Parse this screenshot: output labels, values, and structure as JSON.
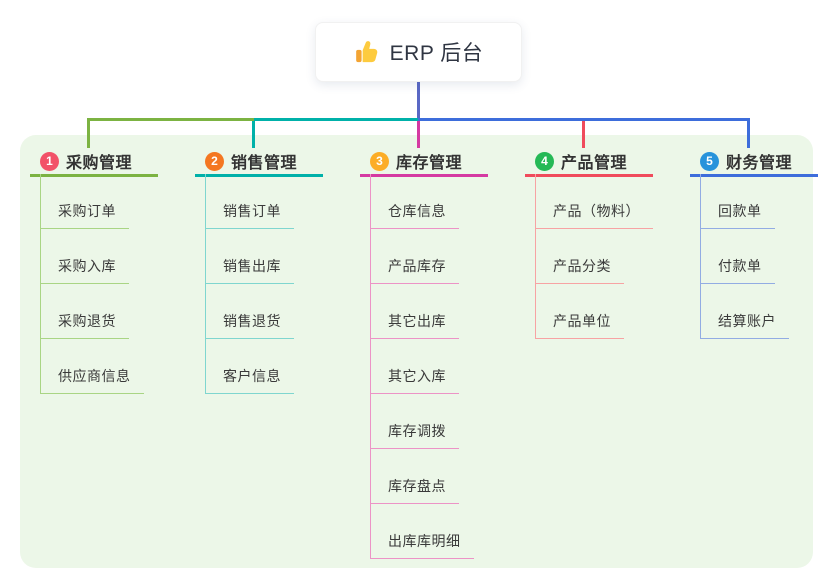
{
  "root": {
    "label": "ERP 后台",
    "icon": "thumbs-up-icon"
  },
  "colors": {
    "panel_bg": "#ECF7E8",
    "root_stem": "#5A68C5",
    "root_text": "#2F3542"
  },
  "branches": [
    {
      "badge": "1",
      "label": "采购管理",
      "colors": {
        "line": "#7CB342",
        "light": "#A9D584",
        "badge": "#F25268"
      },
      "children": [
        "采购订单",
        "采购入库",
        "采购退货",
        "供应商信息"
      ]
    },
    {
      "badge": "2",
      "label": "销售管理",
      "colors": {
        "line": "#00B1A9",
        "light": "#7FD6CF",
        "badge": "#F47721"
      },
      "children": [
        "销售订单",
        "销售出库",
        "销售退货",
        "客户信息"
      ]
    },
    {
      "badge": "3",
      "label": "库存管理",
      "colors": {
        "line": "#D53AA2",
        "light": "#EC93C6",
        "badge": "#FCAD26"
      },
      "children": [
        "仓库信息",
        "产品库存",
        "其它出库",
        "其它入库",
        "库存调拨",
        "库存盘点",
        "出库库明细"
      ]
    },
    {
      "badge": "4",
      "label": "产品管理",
      "colors": {
        "line": "#F04B5C",
        "light": "#F7A3A3",
        "badge": "#25B956"
      },
      "children": [
        "产品（物料）",
        "产品分类",
        "产品单位"
      ]
    },
    {
      "badge": "5",
      "label": "财务管理",
      "colors": {
        "line": "#3D6DDB",
        "light": "#92ACE3",
        "badge": "#2793DB"
      },
      "children": [
        "回款单",
        "付款单",
        "结算账户"
      ]
    }
  ]
}
